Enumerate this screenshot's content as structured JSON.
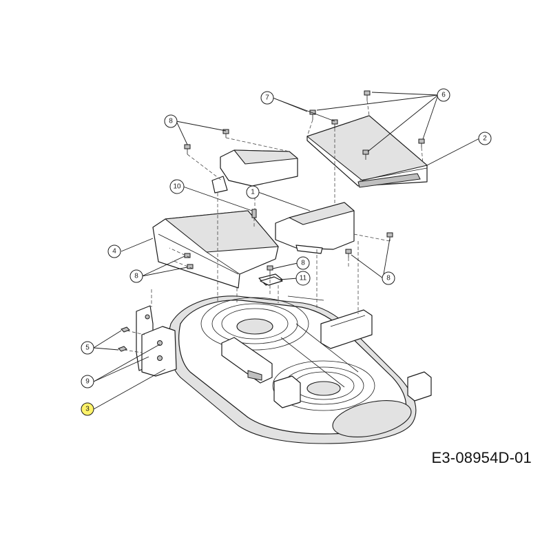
{
  "drawing_number": "E3-08954D-01",
  "highlight_color": "#fff36a",
  "callouts": {
    "c7": "7",
    "c6": "6",
    "c8a": "8",
    "c2": "2",
    "c10": "10",
    "c1": "1",
    "c4": "4",
    "c8b": "8",
    "c8c": "8",
    "c11": "11",
    "c8d": "8",
    "c5": "5",
    "c9": "9",
    "c3": "3"
  }
}
